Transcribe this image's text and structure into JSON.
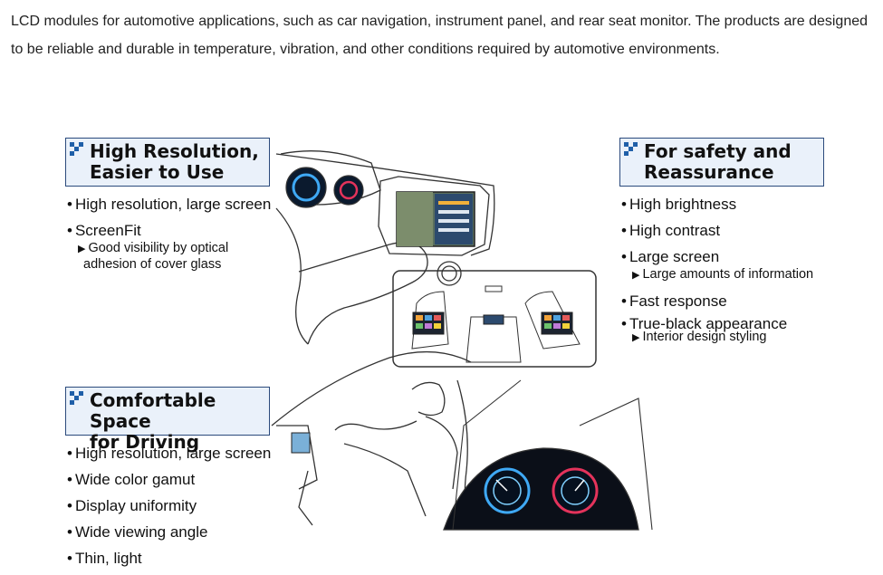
{
  "intro": "LCD modules for automotive applications, such as car navigation, instrument panel, and rear seat monitor. The products are designed to be reliable and durable in temperature, vibration, and other conditions required by automotive environments.",
  "sections": {
    "high_resolution": {
      "title_line1": "High Resolution,",
      "title_line2": "Easier to Use",
      "items": [
        "High resolution, large screen",
        "ScreenFit"
      ],
      "sub_line1": "Good visibility by optical",
      "sub_line2": "adhesion of cover glass"
    },
    "safety": {
      "title_line1": "For safety and",
      "title_line2": "Reassurance",
      "items": [
        "High brightness",
        "High contrast",
        "Large screen",
        "Fast response",
        "True-black appearance"
      ],
      "sub_large_screen": "Large amounts of information",
      "sub_true_black": "Interior design styling"
    },
    "comfortable": {
      "title_line1": "Comfortable Space",
      "title_line2": "for Driving",
      "items": [
        "High resolution, large screen",
        "Wide color gamut",
        "Display uniformity",
        "Wide viewing angle",
        "Thin, light"
      ]
    }
  },
  "colors": {
    "box_border": "#2b4a7c",
    "box_fill": "#eaf1fa",
    "checker": "#1f5fa8",
    "gauge_glow": "#3fa9f5",
    "gauge_red": "#e4335b"
  }
}
